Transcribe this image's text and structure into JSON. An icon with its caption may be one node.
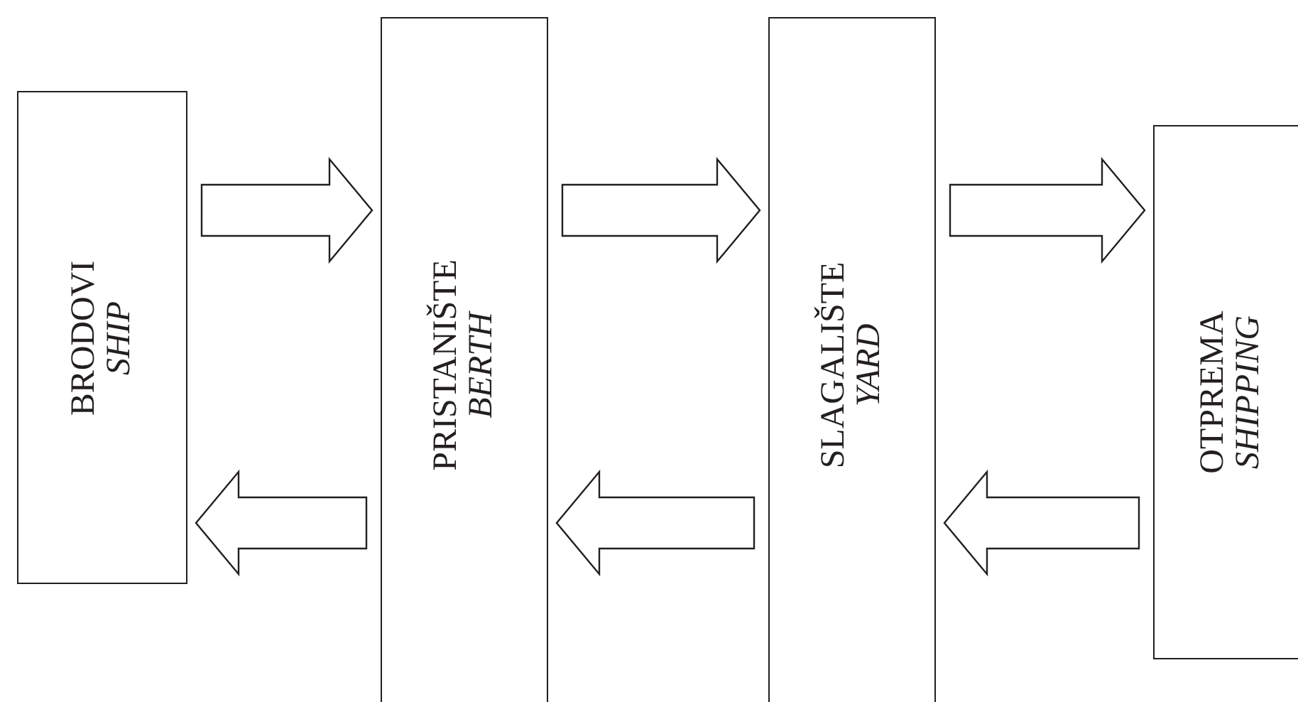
{
  "diagram": {
    "nodes": [
      {
        "text": [
          "BRODOVI",
          "SHIP"
        ]
      },
      {
        "text": [
          "PRISTANIŠTE",
          "BERTH"
        ]
      },
      {
        "text": [
          "SLAGALIŠTE",
          "YARD"
        ]
      },
      {
        "text": [
          "OTPREMA",
          "SHIPPING"
        ]
      }
    ],
    "edges": [
      {
        "from": 0,
        "to": 1,
        "arrow": "to"
      },
      {
        "from": 1,
        "to": 2,
        "arrow": "to"
      },
      {
        "from": 2,
        "to": 3,
        "arrow": "to"
      },
      {
        "from": 1,
        "to": 0,
        "arrow": "to"
      },
      {
        "from": 2,
        "to": 1,
        "arrow": "to"
      },
      {
        "from": 3,
        "to": 2,
        "arrow": "to"
      }
    ]
  }
}
